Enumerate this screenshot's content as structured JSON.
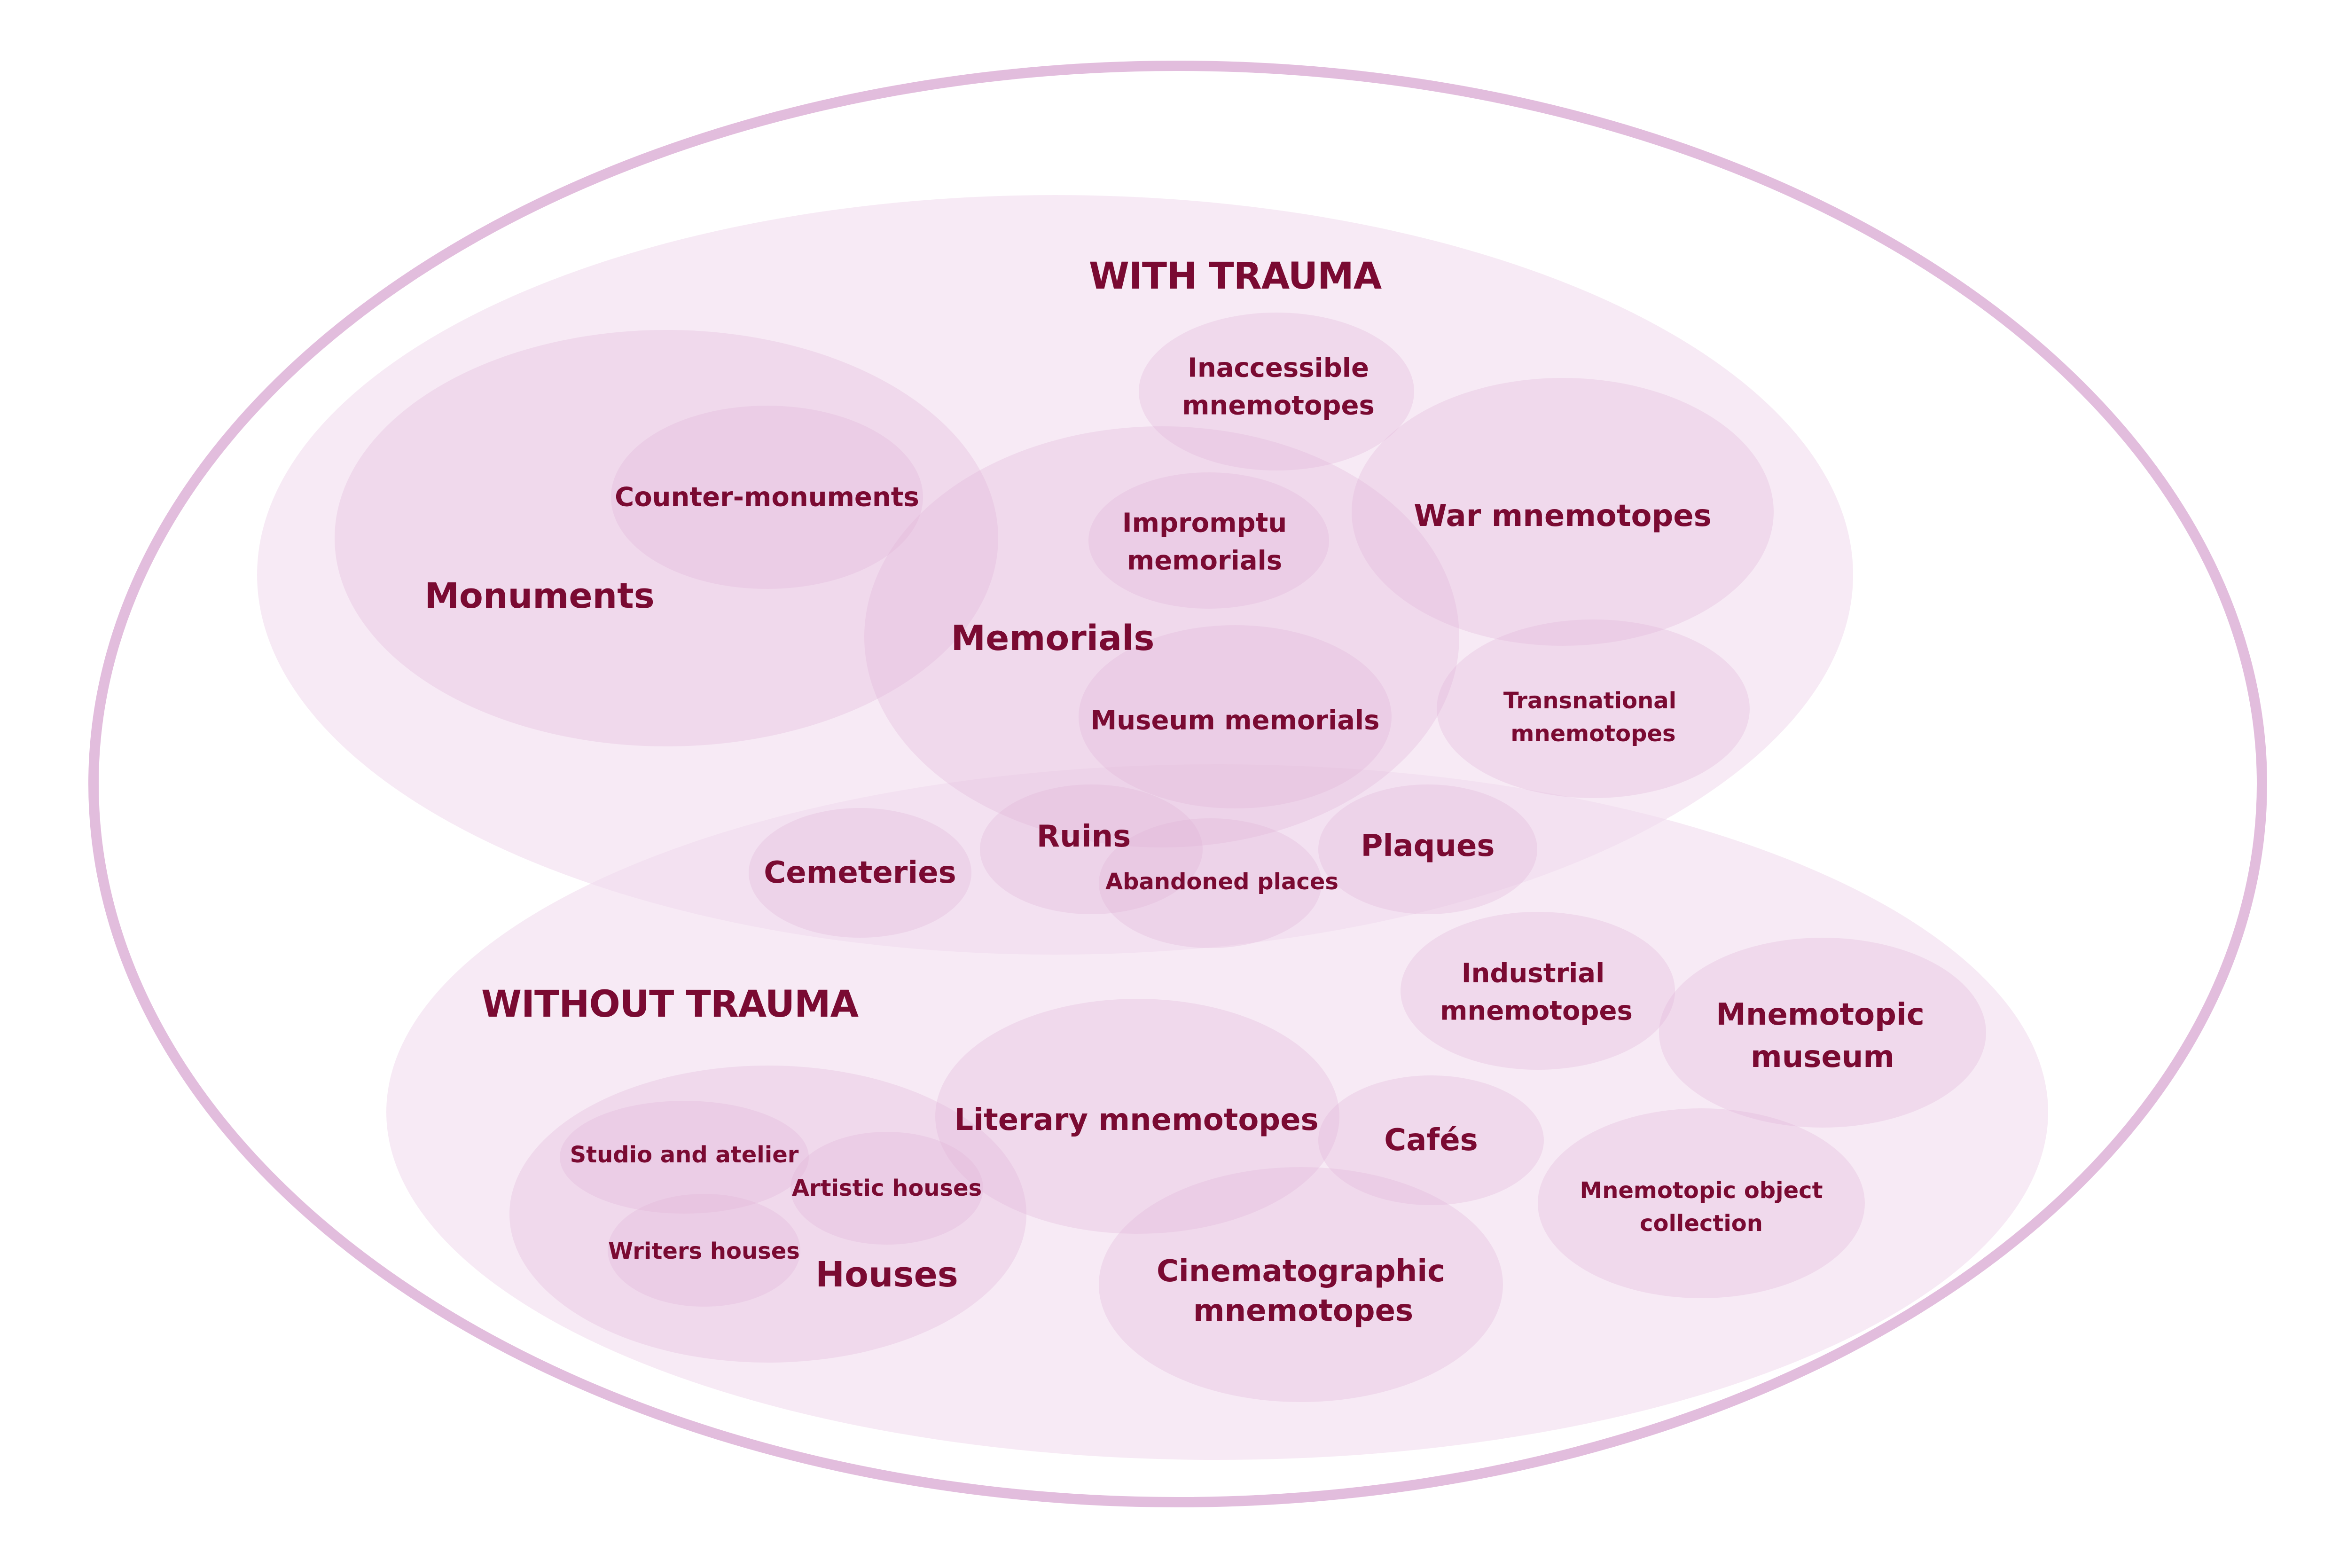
{
  "diagram": {
    "outer_stroke_color": "#e2bddd",
    "region_color": "#f1d8ec",
    "blob_color": "#e2b3d6",
    "text_color": "#7a0a32",
    "regions": {
      "with_trauma": "WITH TRAUMA",
      "without_trauma": "WITHOUT TRAUMA"
    },
    "nodes": {
      "monuments": "Monuments",
      "counter_monuments": "Counter-monuments",
      "memorials": "Memorials",
      "inaccessible_1": "Inaccessible",
      "inaccessible_2": "mnemotopes",
      "impromptu_1": "Impromptu",
      "impromptu_2": "memorials",
      "war": "War mnemotopes",
      "museum_memorials": "Museum memorials",
      "transnational_1": "Transnational",
      "transnational_2": "mnemotopes",
      "cemeteries": "Cemeteries",
      "ruins": "Ruins",
      "abandoned": "Abandoned places",
      "plaques": "Plaques",
      "industrial_1": "Industrial",
      "industrial_2": "mnemotopes",
      "mnemotopic_museum_1": "Mnemotopic",
      "mnemotopic_museum_2": "museum",
      "literary": "Literary mnemotopes",
      "cafes": "Cafés",
      "object_collection_1": "Mnemotopic object",
      "object_collection_2": "collection",
      "studio": "Studio and atelier",
      "artistic_houses": "Artistic houses",
      "writers_houses": "Writers houses",
      "houses": "Houses",
      "cinematographic_1": "Cinematographic",
      "cinematographic_2": "mnemotopes"
    }
  }
}
